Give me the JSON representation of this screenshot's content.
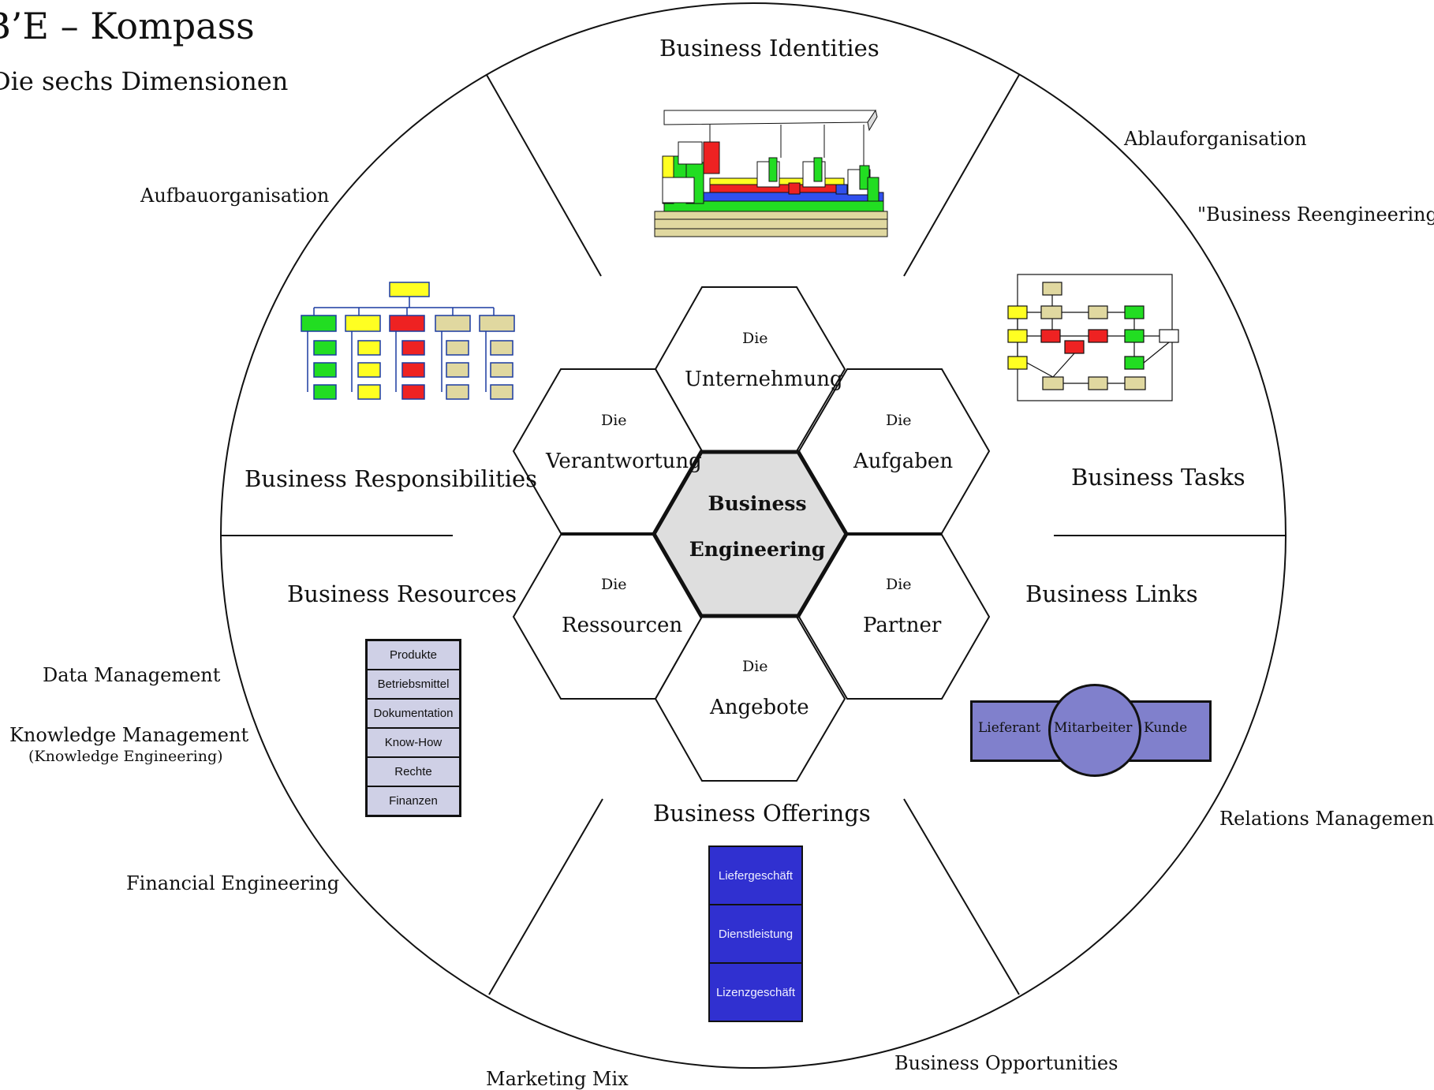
{
  "title": "B’E – Kompass",
  "subtitle": "Die sechs Dimensionen",
  "sectors": {
    "identities": "Business Identities",
    "responsibilities": "Business Responsibilities",
    "tasks": "Business Tasks",
    "resources": "Business Resources",
    "links": "Business Links",
    "offerings": "Business Offerings"
  },
  "outer_labels": {
    "aufbauorganisation": "Aufbauorganisation",
    "ablauforganisation": "Ablauforganisation",
    "reengineering": "\"Business Reengineering\"",
    "data_management": "Data Management",
    "knowledge_management": "Knowledge Management",
    "knowledge_engineering": "(Knowledge Engineering)",
    "financial_engineering": "Financial Engineering",
    "relations_management": "Relations Management",
    "business_opportunities": "Business Opportunities",
    "marketing_mix": "Marketing Mix"
  },
  "hexagons": {
    "article": "Die",
    "unternehmung": "Unternehmung",
    "verantwortung": "Verantwortung",
    "aufgaben": "Aufgaben",
    "ressourcen": "Ressourcen",
    "partner": "Partner",
    "angebote": "Angebote",
    "center_line1": "Business",
    "center_line2": "Engineering"
  },
  "resources_list": [
    "Produkte",
    "Betriebsmittel",
    "Dokumentation",
    "Know-How",
    "Rechte",
    "Finanzen"
  ],
  "offerings_list": [
    "Liefergeschäft",
    "Dienstleistung",
    "Lizenzgeschäft"
  ],
  "links": {
    "left": "Lieferant",
    "center": "Mitarbeiter",
    "right": "Kunde"
  },
  "colors": {
    "center_fill": "#dedede",
    "resources_fill": "#cfd0e6",
    "offerings_fill": "#3030d0",
    "links_fill": "#8080cc",
    "green": "#22dd22",
    "yellow": "#ffff22",
    "red": "#ee2222",
    "khaki": "#e0d8a0"
  }
}
